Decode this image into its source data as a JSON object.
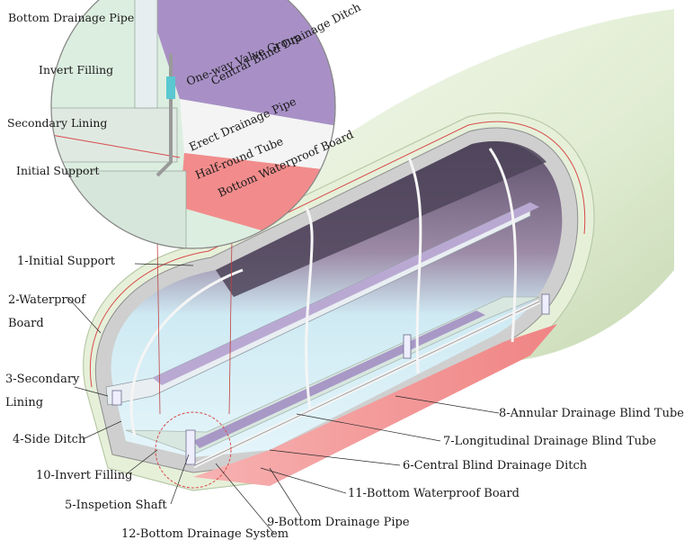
{
  "colors": {
    "tunnel_outer": "#e3efd6",
    "tunnel_shadow": "#c9dcb6",
    "lining": "#c9c9c9",
    "lining_dark": "#9b9b9b",
    "interior": "#d9f0f6",
    "interior_dark": "#6a5878",
    "waterproof_board": "#f59a9a",
    "drain": "#f2f2f2",
    "accent_line": "#d94a4a"
  },
  "inset_labels": {
    "bottom_drainage_pipe": "Bottom Drainage Pipe",
    "invert_filling": "Invert Filling",
    "secondary_lining": "Secondary Lining",
    "initial_support": "Initial Support",
    "one_way_valve": "One-way Valve Group",
    "central_blind_ditch": "Central Blind Drainage Ditch",
    "erect_drainage_pipe": "Erect Drainage Pipe",
    "half_round_tube": "Half-round Tube",
    "bottom_waterproof_board": "Bottom Waterproof Board"
  },
  "callouts": {
    "c1": "1-Initial Support",
    "c2a": "2-Waterproof",
    "c2b": "Board",
    "c3a": "3-Secondary",
    "c3b": "Lining",
    "c4": "4-Side Ditch",
    "c10": "10-Invert Filling",
    "c5": "5-Inspetion Shaft",
    "c12": "12-Bottom Drainage System",
    "c8": "8-Annular Drainage Blind Tube",
    "c7": "7-Longitudinal Drainage Blind Tube",
    "c6": "6-Central Blind Drainage Ditch",
    "c11": "11-Bottom Waterproof Board",
    "c9": "9-Bottom Drainage Pipe"
  }
}
